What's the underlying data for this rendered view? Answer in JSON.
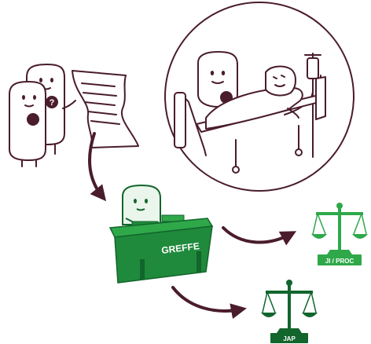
{
  "desk": {
    "label": "GREFFE"
  },
  "scale_ji": {
    "label": "JI / PROC"
  },
  "scale_jap": {
    "label": "JAP"
  },
  "colors": {
    "ink": "#4a1c2c",
    "green_light": "#2fa84a",
    "green_mid": "#1f8a3b",
    "green_dark": "#12652c",
    "character": "#ffffff"
  },
  "icons": [
    "document-icon",
    "question-mark-badge-icon",
    "curved-arrow-icon",
    "scales-of-justice-icon",
    "hospital-bed-icon",
    "iv-drip-icon"
  ]
}
